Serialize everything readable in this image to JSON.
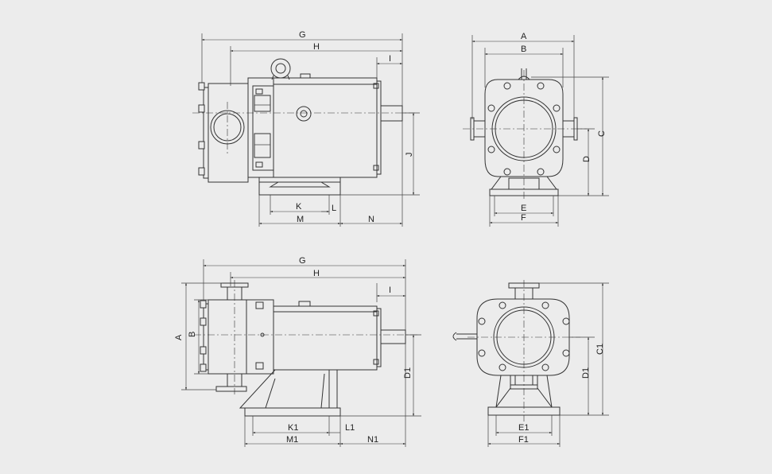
{
  "labels": {
    "top_side": {
      "G": "G",
      "H": "H",
      "I": "I",
      "J": "J",
      "K": "K",
      "L": "L",
      "M": "M",
      "N": "N"
    },
    "top_front": {
      "A": "A",
      "B": "B",
      "C": "C",
      "D": "D",
      "E": "E",
      "F": "F"
    },
    "bottom_side": {
      "G": "G",
      "H": "H",
      "I": "I",
      "A": "A",
      "B": "B",
      "D1": "D1",
      "K1": "K1",
      "L1": "L1",
      "M1": "M1",
      "N1": "N1"
    },
    "bottom_front": {
      "C1": "C1",
      "D1": "D1",
      "E1": "E1",
      "F1": "F1"
    }
  }
}
